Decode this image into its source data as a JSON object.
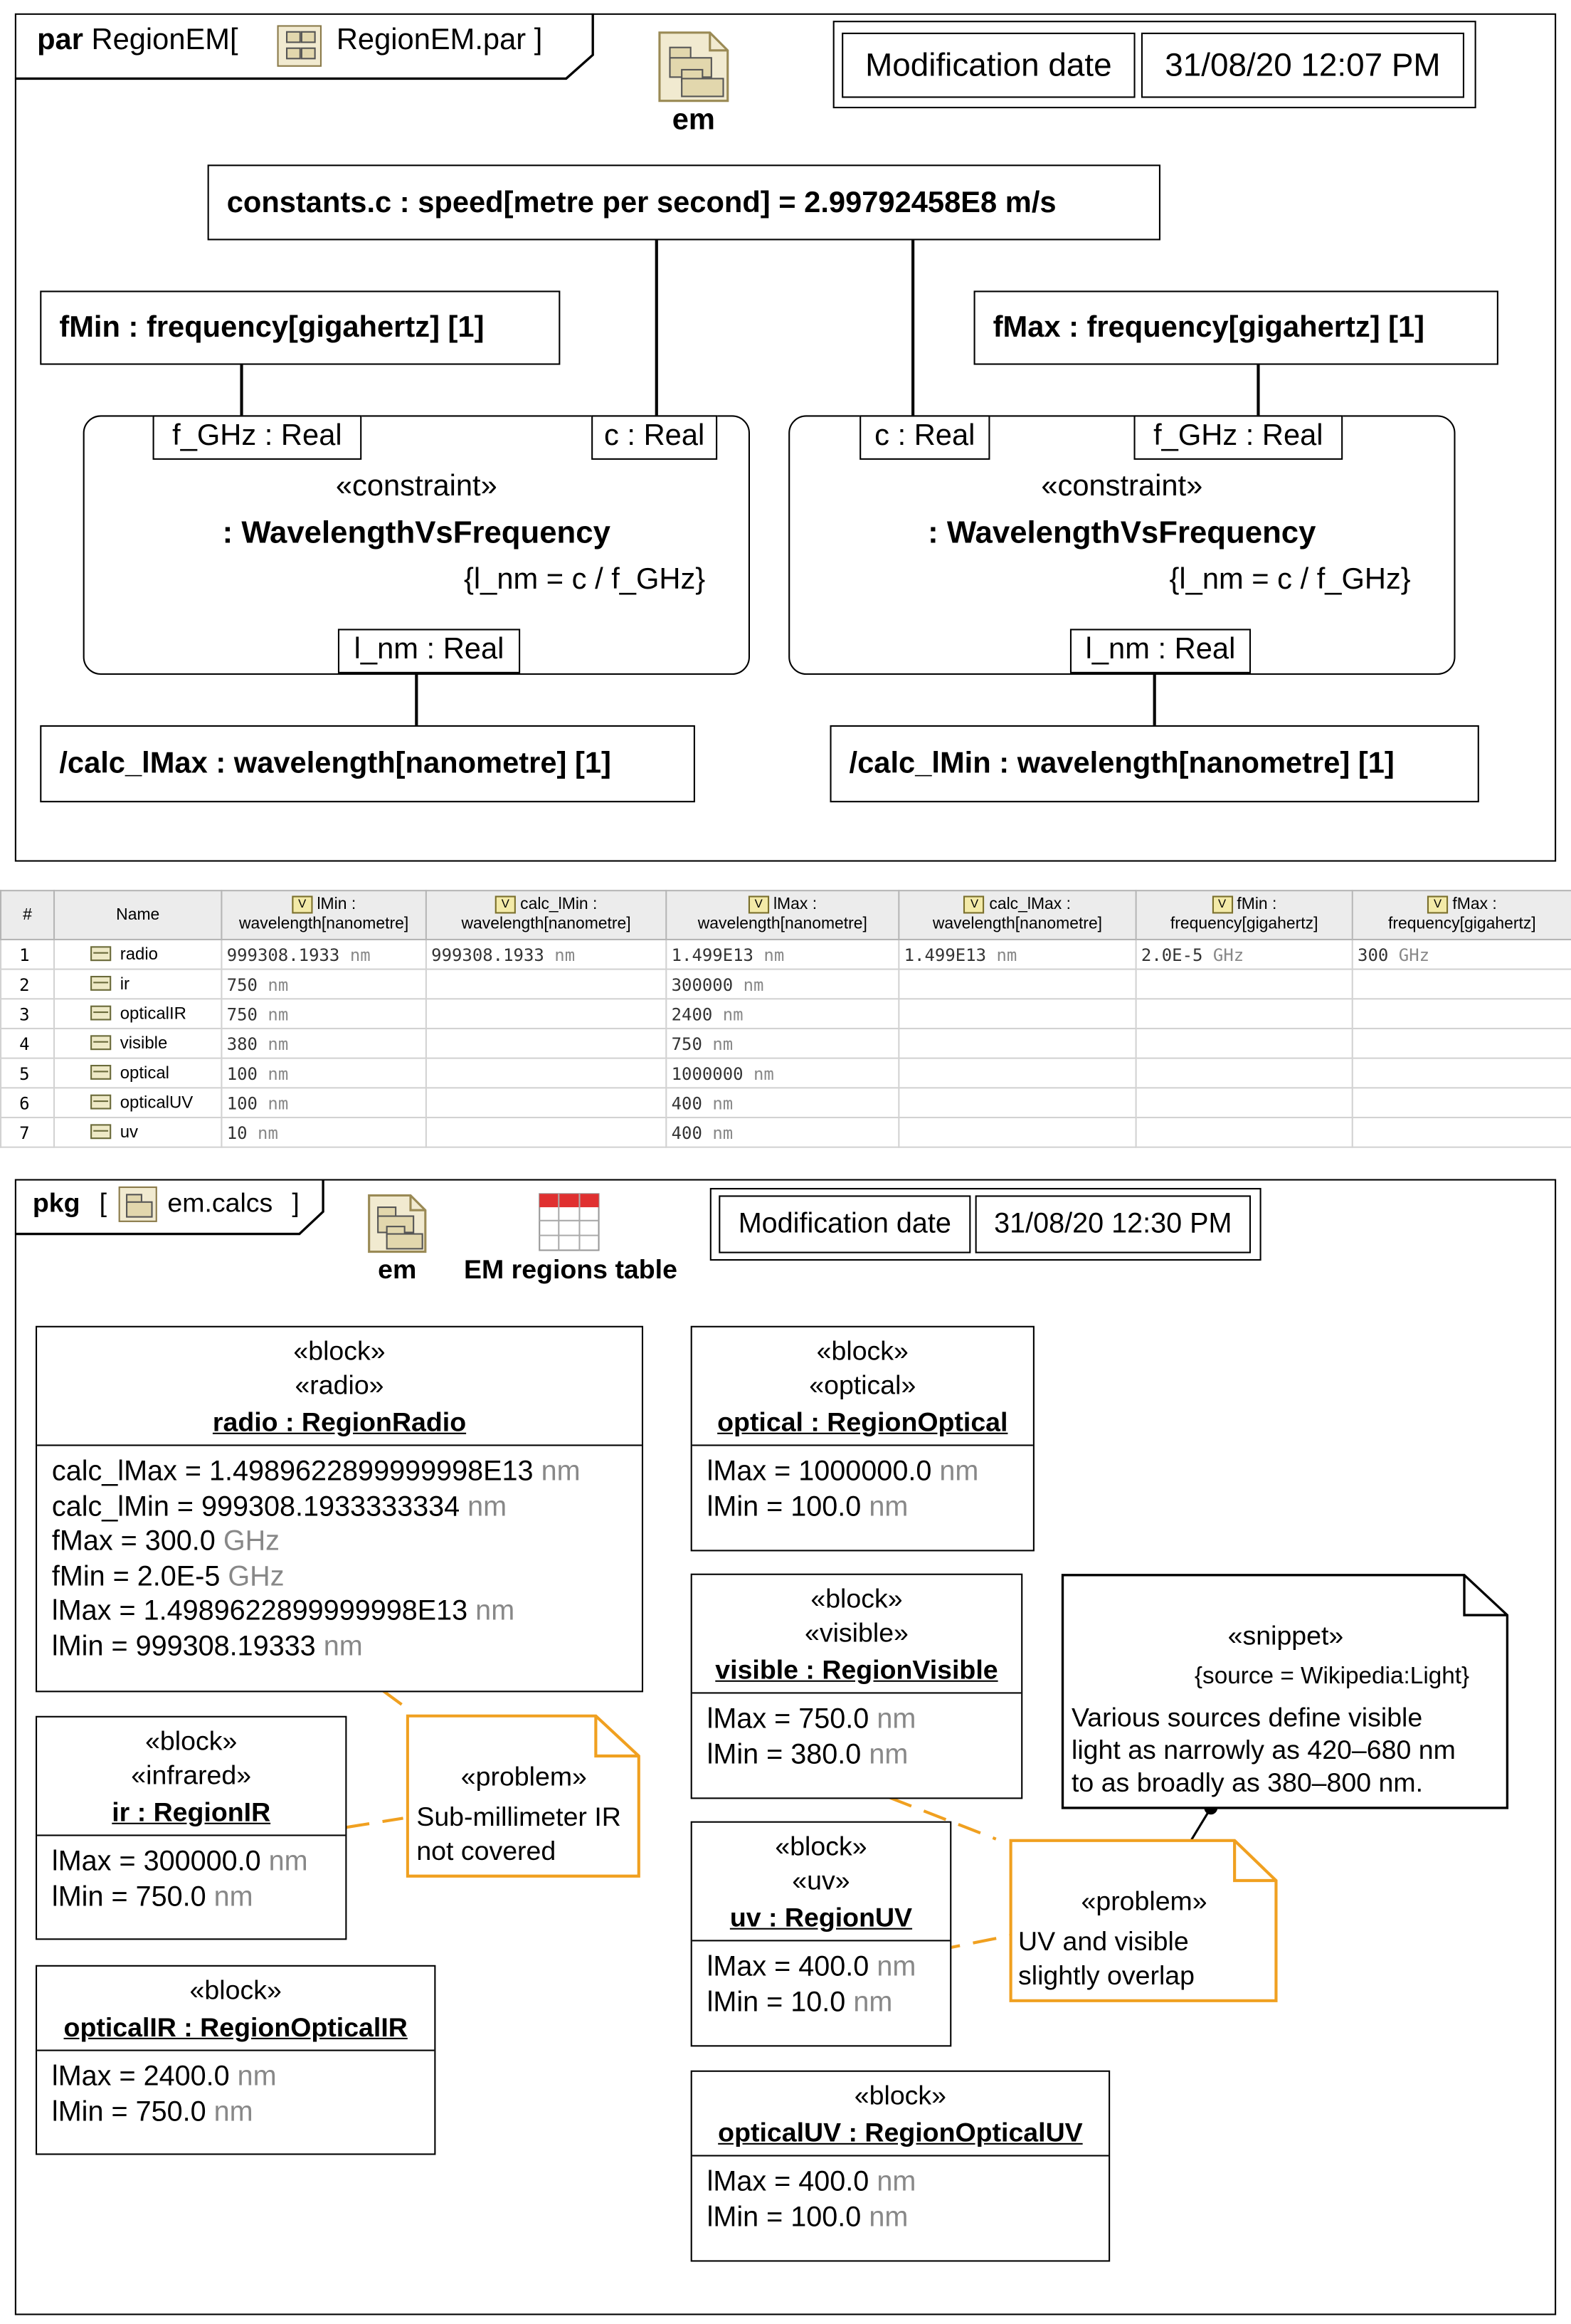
{
  "par_diagram": {
    "kind": "par",
    "name": "RegionEM[",
    "file": "RegionEM.par ]",
    "em_label": "em",
    "modification": {
      "label": "Modification date",
      "value": "31/08/20 12:07 PM"
    },
    "constants": "constants.c : speed[metre per second] = 2.99792458E8 m/s",
    "fmin": "fMin : frequency[gigahertz] [1]",
    "fmax": "fMax : frequency[gigahertz] [1]",
    "left_constraint": {
      "port_f": "f_GHz : Real",
      "port_c": "c : Real",
      "stereotype": "«constraint»",
      "name": ": WavelengthVsFrequency",
      "expr": "{l_nm = c / f_GHz}",
      "port_l": "l_nm : Real"
    },
    "right_constraint": {
      "port_c": "c : Real",
      "port_f": "f_GHz : Real",
      "stereotype": "«constraint»",
      "name": ": WavelengthVsFrequency",
      "expr": "{l_nm = c / f_GHz}",
      "port_l": "l_nm : Real"
    },
    "calc_lmax": "/calc_lMax : wavelength[nanometre] [1]",
    "calc_lmin": "/calc_lMin : wavelength[nanometre] [1]"
  },
  "table": {
    "headers": [
      "#",
      "Name",
      "lMin : wavelength[nanometre]",
      "calc_lMin : wavelength[nanometre]",
      "lMax : wavelength[nanometre]",
      "calc_lMax : wavelength[nanometre]",
      "fMin : frequency[gigahertz]",
      "fMax : frequency[gigahertz]"
    ],
    "rows": [
      {
        "n": "1",
        "name": "radio",
        "lmin": "999308.1933",
        "lmin_u": "nm",
        "clmin": "999308.1933",
        "clmin_u": "nm",
        "lmax": "1.499E13",
        "lmax_u": "nm",
        "clmax": "1.499E13",
        "clmax_u": "nm",
        "fmin": "2.0E-5",
        "fmin_u": "GHz",
        "fmax": "300",
        "fmax_u": "GHz"
      },
      {
        "n": "2",
        "name": "ir",
        "lmin": "750",
        "lmin_u": "nm",
        "clmin": "",
        "clmin_u": "",
        "lmax": "300000",
        "lmax_u": "nm",
        "clmax": "",
        "clmax_u": "",
        "fmin": "",
        "fmin_u": "",
        "fmax": "",
        "fmax_u": ""
      },
      {
        "n": "3",
        "name": "opticalIR",
        "lmin": "750",
        "lmin_u": "nm",
        "clmin": "",
        "clmin_u": "",
        "lmax": "2400",
        "lmax_u": "nm",
        "clmax": "",
        "clmax_u": "",
        "fmin": "",
        "fmin_u": "",
        "fmax": "",
        "fmax_u": ""
      },
      {
        "n": "4",
        "name": "visible",
        "lmin": "380",
        "lmin_u": "nm",
        "clmin": "",
        "clmin_u": "",
        "lmax": "750",
        "lmax_u": "nm",
        "clmax": "",
        "clmax_u": "",
        "fmin": "",
        "fmin_u": "",
        "fmax": "",
        "fmax_u": ""
      },
      {
        "n": "5",
        "name": "optical",
        "lmin": "100",
        "lmin_u": "nm",
        "clmin": "",
        "clmin_u": "",
        "lmax": "1000000",
        "lmax_u": "nm",
        "clmax": "",
        "clmax_u": "",
        "fmin": "",
        "fmin_u": "",
        "fmax": "",
        "fmax_u": ""
      },
      {
        "n": "6",
        "name": "opticalUV",
        "lmin": "100",
        "lmin_u": "nm",
        "clmin": "",
        "clmin_u": "",
        "lmax": "400",
        "lmax_u": "nm",
        "clmax": "",
        "clmax_u": "",
        "fmin": "",
        "fmin_u": "",
        "fmax": "",
        "fmax_u": ""
      },
      {
        "n": "7",
        "name": "uv",
        "lmin": "10",
        "lmin_u": "nm",
        "clmin": "",
        "clmin_u": "",
        "lmax": "400",
        "lmax_u": "nm",
        "clmax": "",
        "clmax_u": "",
        "fmin": "",
        "fmin_u": "",
        "fmax": "",
        "fmax_u": ""
      }
    ]
  },
  "pkg_diagram": {
    "kind": "pkg",
    "bracket_open": "[",
    "name": "em.calcs",
    "bracket_close": "]",
    "em_label": "em",
    "table_label": "EM regions table",
    "modification": {
      "label": "Modification date",
      "value": "31/08/20 12:30 PM"
    },
    "radio": {
      "st1": "«block»",
      "st2": "«radio»",
      "name": "radio : RegionRadio",
      "props": [
        {
          "k": "calc_lMax = 1.4989622899999998E13",
          "u": "nm"
        },
        {
          "k": "calc_lMin = 999308.1933333334",
          "u": "nm"
        },
        {
          "k": "fMax = 300.0",
          "u": "GHz"
        },
        {
          "k": "fMin = 2.0E-5",
          "u": "GHz"
        },
        {
          "k": "lMax = 1.4989622899999998E13",
          "u": "nm"
        },
        {
          "k": "lMin = 999308.19333",
          "u": "nm"
        }
      ]
    },
    "ir": {
      "st1": "«block»",
      "st2": "«infrared»",
      "name": "ir : RegionIR",
      "props": [
        {
          "k": "lMax = 300000.0",
          "u": "nm"
        },
        {
          "k": "lMin = 750.0",
          "u": "nm"
        }
      ]
    },
    "opticalIR": {
      "st1": "«block»",
      "name": "opticalIR : RegionOpticalIR",
      "props": [
        {
          "k": "lMax = 2400.0",
          "u": "nm"
        },
        {
          "k": "lMin = 750.0",
          "u": "nm"
        }
      ]
    },
    "optical": {
      "st1": "«block»",
      "st2": "«optical»",
      "name": "optical : RegionOptical",
      "props": [
        {
          "k": "lMax = 1000000.0",
          "u": "nm"
        },
        {
          "k": "lMin = 100.0",
          "u": "nm"
        }
      ]
    },
    "visible": {
      "st1": "«block»",
      "st2": "«visible»",
      "name": "visible : RegionVisible",
      "props": [
        {
          "k": "lMax = 750.0",
          "u": "nm"
        },
        {
          "k": "lMin = 380.0",
          "u": "nm"
        }
      ]
    },
    "uv": {
      "st1": "«block»",
      "st2": "«uv»",
      "name": "uv : RegionUV",
      "props": [
        {
          "k": "lMax = 400.0",
          "u": "nm"
        },
        {
          "k": "lMin = 10.0",
          "u": "nm"
        }
      ]
    },
    "opticalUV": {
      "st1": "«block»",
      "name": "opticalUV : RegionOpticalUV",
      "props": [
        {
          "k": "lMax = 400.0",
          "u": "nm"
        },
        {
          "k": "lMin = 100.0",
          "u": "nm"
        }
      ]
    },
    "problem_ir": {
      "st": "«problem»",
      "l1": "Sub-millimeter IR",
      "l2": "not covered"
    },
    "problem_uv": {
      "st": "«problem»",
      "l1": "UV and visible",
      "l2": "slightly overlap"
    },
    "snippet": {
      "st": "«snippet»",
      "source": "{source = Wikipedia:Light}",
      "l1": "Various sources define visible",
      "l2": "light as narrowly as 420–680 nm",
      "l3": "to as broadly as 380–800 nm."
    }
  },
  "colors": {
    "problem_border": "#f0a020",
    "table_header": "#ececec",
    "unit_gray": "#888888"
  }
}
